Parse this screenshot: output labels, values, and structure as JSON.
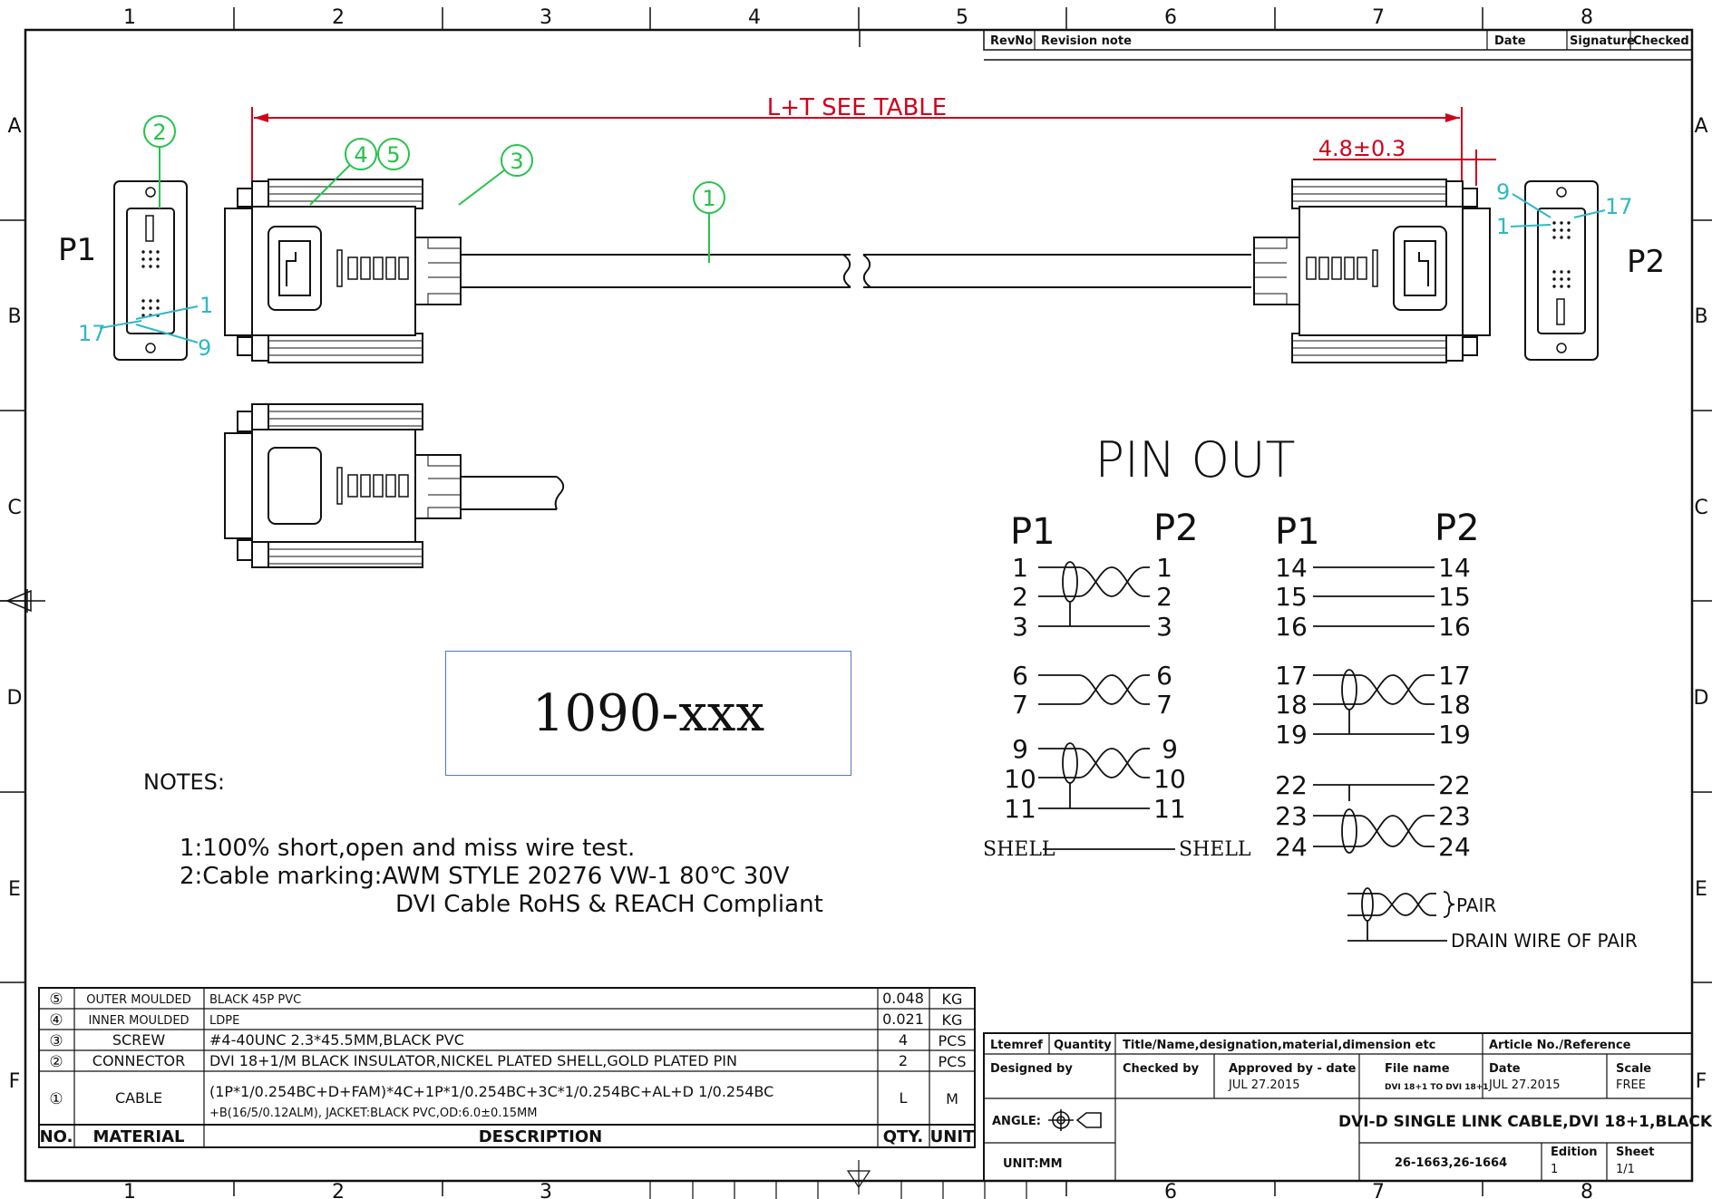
{
  "frame": {
    "columns": [
      "1",
      "2",
      "3",
      "4",
      "5",
      "6",
      "7",
      "8"
    ],
    "rows": [
      "A",
      "B",
      "C",
      "D",
      "E",
      "F"
    ]
  },
  "revision_header": {
    "revno": "RevNo",
    "revision_note": "Revision note",
    "date": "Date",
    "signature": "Signature",
    "checked": "Checked"
  },
  "dimension": {
    "length_label": "L+T SEE TABLE",
    "tolerance_label": "4.8±0.3"
  },
  "connectors": {
    "p1": "P1",
    "p2": "P2",
    "balloons": [
      "①",
      "②",
      "③",
      "④",
      "⑤"
    ],
    "pin_labels": {
      "one": "1",
      "nine": "9",
      "seventeen": "17"
    }
  },
  "part_number": "1090-xxx",
  "pinout": {
    "title": "PIN OUT",
    "left_header": {
      "p1": "P1",
      "p2": "P2"
    },
    "right_header": {
      "p1": "P1",
      "p2": "P2"
    },
    "left_groups": [
      {
        "pins": [
          "1",
          "2",
          "3"
        ]
      },
      {
        "pins": [
          "6",
          "7"
        ]
      },
      {
        "pins": [
          "9",
          "10",
          "11"
        ]
      }
    ],
    "right_groups": [
      {
        "pins": [
          "14",
          "15",
          "16"
        ]
      },
      {
        "pins": [
          "17",
          "18",
          "19"
        ]
      },
      {
        "pins": [
          "22",
          "23",
          "24"
        ]
      }
    ],
    "shell_left": "SHELL",
    "shell_right": "SHELL",
    "legend_pair": "PAIR",
    "legend_drain": "DRAIN WIRE OF PAIR"
  },
  "notes": {
    "title": "NOTES:",
    "line1": "1:100% short,open and miss wire test.",
    "line2": "2:Cable marking:AWM STYLE 20276 VW-1 80℃ 30V",
    "line3": "DVI Cable RoHS & REACH Compliant"
  },
  "bom": {
    "rows": [
      {
        "no": "⑤",
        "material": "OUTER MOULDED",
        "description": "BLACK 45P PVC",
        "qty": "0.048",
        "unit": "KG"
      },
      {
        "no": "④",
        "material": "INNER MOULDED",
        "description": "LDPE",
        "qty": "0.021",
        "unit": "KG"
      },
      {
        "no": "③",
        "material": "SCREW",
        "description": "#4-40UNC 2.3*45.5MM,BLACK PVC",
        "qty": "4",
        "unit": "PCS"
      },
      {
        "no": "②",
        "material": "CONNECTOR",
        "description": "DVI 18+1/M BLACK INSULATOR,NICKEL PLATED SHELL,GOLD PLATED PIN",
        "qty": "2",
        "unit": "PCS"
      },
      {
        "no": "①",
        "material": "CABLE",
        "description_line1": "(1P*1/0.254BC+D+FAM)*4C+1P*1/0.254BC+3C*1/0.254BC+AL+D 1/0.254BC",
        "description_line2": "+B(16/5/0.12ALM), JACKET:BLACK PVC,OD:6.0±0.15MM",
        "qty": "L",
        "unit": "M"
      }
    ],
    "header": {
      "no": "NO.",
      "material": "MATERIAL",
      "description": "DESCRIPTION",
      "qty": "QTY.",
      "unit": "UNIT"
    }
  },
  "title_block": {
    "itemref": "Ltemref",
    "quantity": "Quantity",
    "title_label": "Title/Name,designation,material,dimension etc",
    "article_label": "Article No./Reference",
    "designed_by": "Designed by",
    "checked_by": "Checked by",
    "approved_by": "Approved by - date",
    "approved_date": "JUL 27.2015",
    "file_name_label": "File name",
    "file_name": "DVI 18+1 TO DVI 18+1",
    "date_label": "Date",
    "date": "JUL 27.2015",
    "scale_label": "Scale",
    "scale": "FREE",
    "angle": "ANGLE:",
    "unit": "UNIT:MM",
    "title": "DVI-D SINGLE LINK CABLE,DVI 18+1,BLACK",
    "drawing_no": "26-1663,26-1664",
    "edition_label": "Edition",
    "edition": "1",
    "sheet_label": "Sheet",
    "sheet": "1/1"
  }
}
